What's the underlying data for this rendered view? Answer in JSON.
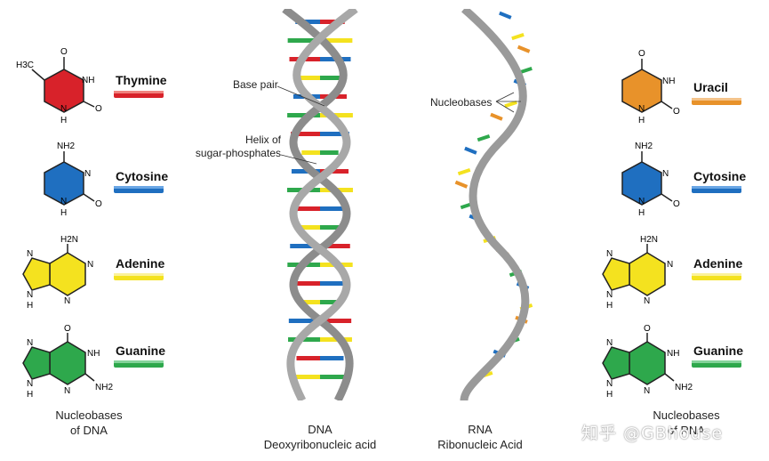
{
  "dna_panel": {
    "caption_line1": "Nucleobases",
    "caption_line2": "of DNA",
    "bases": [
      {
        "name": "Thymine",
        "color": "#d8222a",
        "atoms": {
          "methyl": "H3C",
          "top": "O",
          "nh": "NH",
          "right": "O",
          "bottom": "N",
          "h": "H"
        }
      },
      {
        "name": "Cytosine",
        "color": "#1f6fc0",
        "atoms": {
          "top": "NH2",
          "n": "N",
          "right": "O",
          "bottom": "N",
          "h": "H"
        }
      },
      {
        "name": "Adenine",
        "color": "#f4e21f",
        "atoms": {
          "top": "H2N",
          "n1": "N",
          "n2": "N",
          "n3": "N",
          "n4": "N",
          "h": "H"
        }
      },
      {
        "name": "Guanine",
        "color": "#2ea84c",
        "atoms": {
          "top": "O",
          "n1": "N",
          "nh": "NH",
          "n2": "N",
          "nh2": "NH2",
          "n3": "N",
          "h": "H"
        }
      }
    ]
  },
  "rna_panel": {
    "caption_line1": "Nucleobases",
    "caption_line2": "of RNA",
    "bases": [
      {
        "name": "Uracil",
        "color": "#e8922a",
        "atoms": {
          "top": "O",
          "nh": "NH",
          "right": "O",
          "bottom": "N",
          "h": "H"
        }
      },
      {
        "name": "Cytosine",
        "color": "#1f6fc0",
        "atoms": {
          "top": "NH2",
          "n": "N",
          "right": "O",
          "bottom": "N",
          "h": "H"
        }
      },
      {
        "name": "Adenine",
        "color": "#f4e21f",
        "atoms": {
          "top": "H2N",
          "n1": "N",
          "n2": "N",
          "n3": "N",
          "n4": "N",
          "h": "H"
        }
      },
      {
        "name": "Guanine",
        "color": "#2ea84c",
        "atoms": {
          "top": "O",
          "n1": "N",
          "nh": "NH",
          "n2": "N",
          "nh2": "NH2",
          "n3": "N",
          "h": "H"
        }
      }
    ]
  },
  "dna": {
    "caption_line1": "DNA",
    "caption_line2": "Deoxyribonucleic acid",
    "label_base_pair": "Base pair",
    "label_helix_line1": "Helix of",
    "label_helix_line2": "sugar-phosphates",
    "backbone_color": "#8c8c8c"
  },
  "rna": {
    "caption_line1": "RNA",
    "caption_line2": "Ribonucleic Acid",
    "label_nucleobases": "Nucleobases"
  },
  "watermark": "知乎 @GBhouse"
}
